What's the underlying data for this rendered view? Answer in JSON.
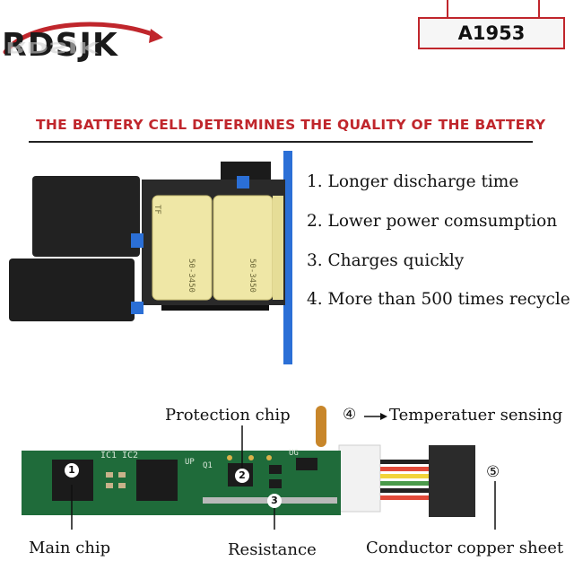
{
  "logo": {
    "text": "RDSJK",
    "colors": {
      "primary": "#1a1a1a",
      "accent": "#c0262c"
    }
  },
  "model": {
    "label": "A1953"
  },
  "headline": "THE BATTERY CELL DETERMINES THE QUALITY OF THE BATTERY",
  "cells": {
    "label_brand": "TF",
    "label_code": "50-3450"
  },
  "features": [
    "1. Longer discharge time",
    "2. Lower power comsumption",
    "3. Charges quickly",
    "4. More than 500 times recycle"
  ],
  "board": {
    "silkscreen": [
      "IC1",
      "IC2",
      "UP",
      "Q1",
      "UG"
    ],
    "markers": [
      "1",
      "2",
      "3"
    ],
    "labels": {
      "protection_chip": "Protection chip",
      "temperature": "Temperatuer sensing",
      "temperature_marker": "④",
      "connector_marker": "⑤",
      "main_chip": "Main chip",
      "resistance": "Resistance",
      "conductor": "Conductor copper sheet"
    }
  },
  "colors": {
    "accent_red": "#c0262c",
    "pcb_green": "#1f6b3a",
    "frame_blue": "#2b6fd6",
    "cell_yellow": "#efe7a6"
  }
}
